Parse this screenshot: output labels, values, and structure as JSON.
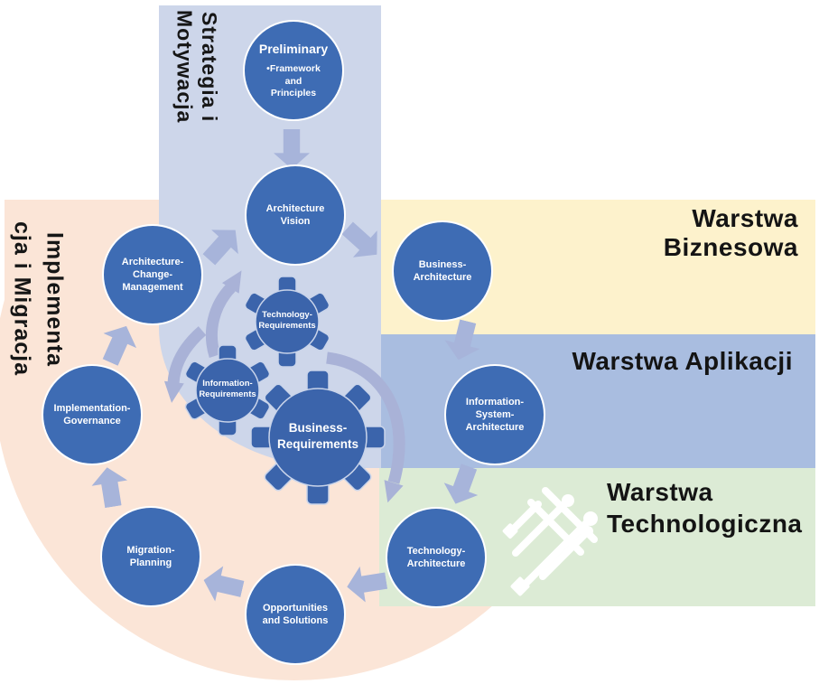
{
  "title_bands": {
    "strategy": {
      "line1": "Strategia i",
      "line2": "Motywacja"
    },
    "implementation": {
      "line1": "Implementa",
      "line2": "cja i Migracja"
    },
    "business": {
      "label": "Warstwa Biznesowa"
    },
    "application": {
      "label": "Warstwa Aplikacji"
    },
    "technology": {
      "line1": "Warstwa",
      "line2": "Technologiczna"
    }
  },
  "phases": {
    "preliminary": {
      "title": "Preliminary",
      "bullet": "•Framework and Principles"
    },
    "architecture_vision": {
      "label": "Architecture Vision"
    },
    "business_architecture": {
      "label": "Business-Architecture"
    },
    "information_system_architecture": {
      "label": "Information-System-Architecture"
    },
    "technology_architecture": {
      "label": "Technology-Architecture"
    },
    "opportunities_and_solutions": {
      "label": "Opportunities and Solutions"
    },
    "migration_planning": {
      "label": "Migration-Planning"
    },
    "implementation_governance": {
      "label": "Implementation-Governance"
    },
    "architecture_change_management": {
      "label": "Architecture-Change-Management"
    }
  },
  "requirements": {
    "technology": {
      "label": "Technology-Requirements"
    },
    "information": {
      "label": "Information-Requirements"
    },
    "business": {
      "label": "Business-Requirements"
    }
  },
  "icons": {
    "circuit_icon": "circuit-network-icon"
  },
  "colors": {
    "strategy_band": "#cdd6ea",
    "implementation_band": "#fbe5d7",
    "business_band": "#fdf2cc",
    "application_band": "#a9bde0",
    "technology_band": "#dcebd5",
    "node_fill": "#3e6cb4",
    "gear_fill": "#3b64ab",
    "arrow": "#a7b4da",
    "arc_arrow": "#a9b2d7"
  }
}
